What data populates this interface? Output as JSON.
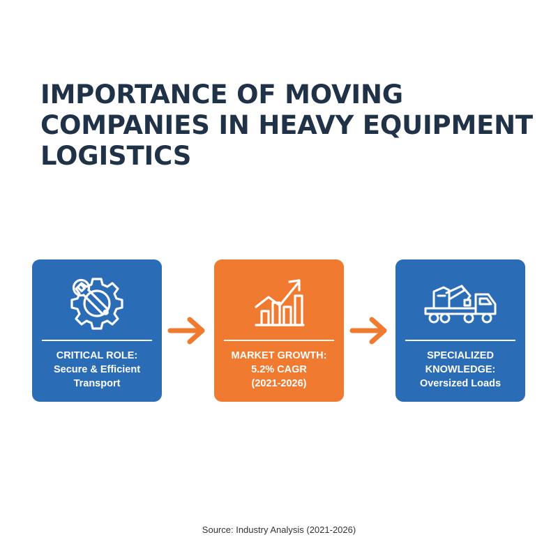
{
  "title": {
    "lines": [
      "IMPORTANCE OF MOVING",
      "COMPANIES IN HEAVY EQUIPMENT",
      "LOGISTICS"
    ]
  },
  "cards": [
    {
      "icon": "gear-wrench-icon",
      "color": "#2b6cb6",
      "lines": [
        "CRITICAL ROLE:",
        "Secure & Efficient",
        "Transport"
      ]
    },
    {
      "icon": "bar-chart-growth-icon",
      "color": "#f07a30",
      "lines": [
        "MARKET GROWTH:",
        "5.2% CAGR",
        "(2021-2026)"
      ]
    },
    {
      "icon": "heavy-truck-icon",
      "color": "#2b6cb6",
      "lines": [
        "SPECIALIZED",
        "KNOWLEDGE:",
        "Oversized Loads"
      ]
    }
  ],
  "arrow_color": "#f07a30",
  "title_color": "#1f3247",
  "source": "Source: Industry Analysis (2021-2026)"
}
